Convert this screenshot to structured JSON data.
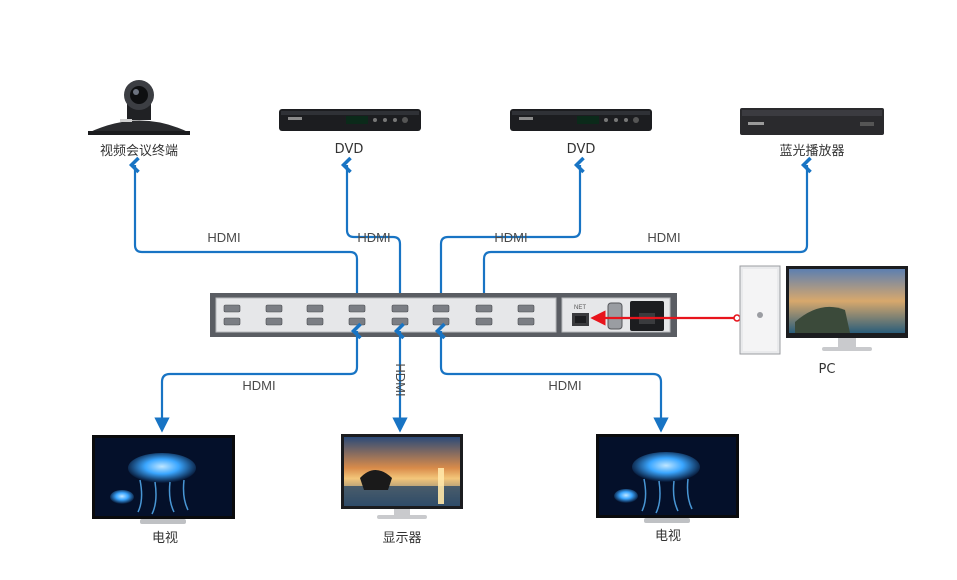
{
  "colors": {
    "cable": "#1874c4",
    "lan": "#e8141c",
    "chassis": "#5a5d63",
    "faceplate": "#e6e7e9",
    "screen_jelly": "#0a1a3a",
    "jelly_glow": "#3aa6ff"
  },
  "sources": [
    {
      "label": "视频会议终端",
      "icon": "conference-camera-icon"
    },
    {
      "label": "DVD",
      "icon": "dvd-player-icon"
    },
    {
      "label": "DVD",
      "icon": "dvd-player-icon"
    },
    {
      "label": "蓝光播放器",
      "icon": "bluray-player-icon"
    }
  ],
  "input_cables": [
    "HDMI",
    "HDMI",
    "HDMI",
    "HDMI"
  ],
  "matrix": {
    "icon": "hdmi-matrix-switcher-icon",
    "port_label": "NET"
  },
  "pc": {
    "label": "PC",
    "icon": "desktop-pc-icon"
  },
  "output_cables": [
    "HDMI",
    "HDMI",
    "HDMI"
  ],
  "displays": [
    {
      "label": "电视",
      "icon": "tv-icon"
    },
    {
      "label": "显示器",
      "icon": "monitor-icon"
    },
    {
      "label": "电视",
      "icon": "tv-icon"
    }
  ]
}
